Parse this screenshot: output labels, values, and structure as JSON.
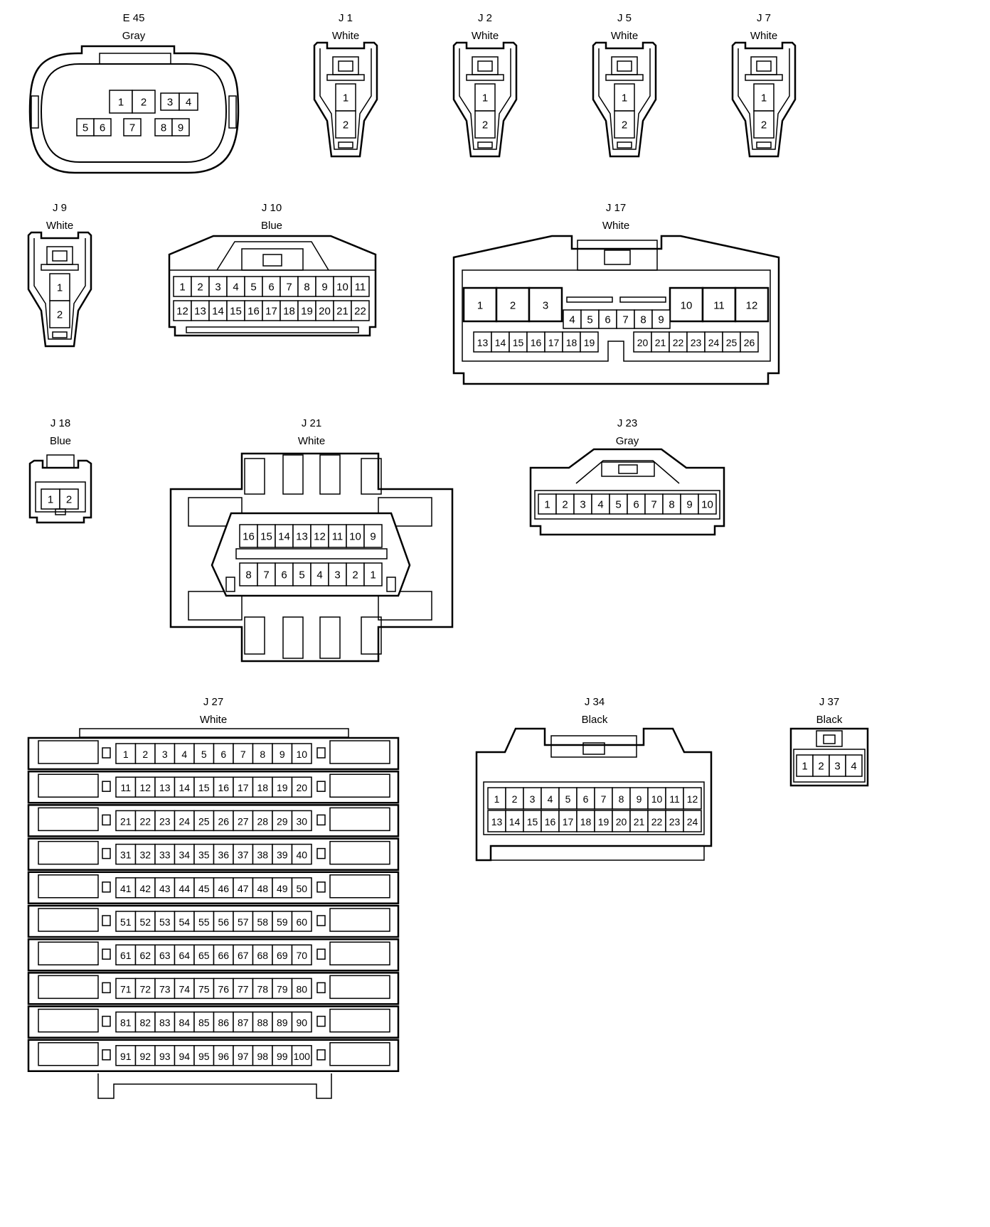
{
  "connectors": [
    {
      "id": "E 45",
      "color": "Gray",
      "pins": [
        "1",
        "2",
        "3",
        "4",
        "5",
        "6",
        "7",
        "8",
        "9"
      ]
    },
    {
      "id": "J 1",
      "color": "White",
      "pins": [
        "1",
        "2"
      ]
    },
    {
      "id": "J 2",
      "color": "White",
      "pins": [
        "1",
        "2"
      ]
    },
    {
      "id": "J 5",
      "color": "White",
      "pins": [
        "1",
        "2"
      ]
    },
    {
      "id": "J 7",
      "color": "White",
      "pins": [
        "1",
        "2"
      ]
    },
    {
      "id": "J 9",
      "color": "White",
      "pins": [
        "1",
        "2"
      ]
    },
    {
      "id": "J 10",
      "color": "Blue",
      "pins": [
        "1",
        "2",
        "3",
        "4",
        "5",
        "6",
        "7",
        "8",
        "9",
        "10",
        "11",
        "12",
        "13",
        "14",
        "15",
        "16",
        "17",
        "18",
        "19",
        "20",
        "21",
        "22"
      ]
    },
    {
      "id": "J 17",
      "color": "White",
      "pins": [
        "1",
        "2",
        "3",
        "4",
        "5",
        "6",
        "7",
        "8",
        "9",
        "10",
        "11",
        "12",
        "13",
        "14",
        "15",
        "16",
        "17",
        "18",
        "19",
        "20",
        "21",
        "22",
        "23",
        "24",
        "25",
        "26"
      ]
    },
    {
      "id": "J 18",
      "color": "Blue",
      "pins": [
        "1",
        "2"
      ]
    },
    {
      "id": "J 21",
      "color": "White",
      "pins": [
        "1",
        "2",
        "3",
        "4",
        "5",
        "6",
        "7",
        "8",
        "9",
        "10",
        "11",
        "12",
        "13",
        "14",
        "15",
        "16"
      ]
    },
    {
      "id": "J 23",
      "color": "Gray",
      "pins": [
        "1",
        "2",
        "3",
        "4",
        "5",
        "6",
        "7",
        "8",
        "9",
        "10"
      ]
    },
    {
      "id": "J 27",
      "color": "White",
      "pins": [
        "1",
        "2",
        "3",
        "4",
        "5",
        "6",
        "7",
        "8",
        "9",
        "10",
        "11",
        "12",
        "13",
        "14",
        "15",
        "16",
        "17",
        "18",
        "19",
        "20",
        "21",
        "22",
        "23",
        "24",
        "25",
        "26",
        "27",
        "28",
        "29",
        "30",
        "31",
        "32",
        "33",
        "34",
        "35",
        "36",
        "37",
        "38",
        "39",
        "40",
        "41",
        "42",
        "43",
        "44",
        "45",
        "46",
        "47",
        "48",
        "49",
        "50",
        "51",
        "52",
        "53",
        "54",
        "55",
        "56",
        "57",
        "58",
        "59",
        "60",
        "61",
        "62",
        "63",
        "64",
        "65",
        "66",
        "67",
        "68",
        "69",
        "70",
        "71",
        "72",
        "73",
        "74",
        "75",
        "76",
        "77",
        "78",
        "79",
        "80",
        "81",
        "82",
        "83",
        "84",
        "85",
        "86",
        "87",
        "88",
        "89",
        "90",
        "91",
        "92",
        "93",
        "94",
        "95",
        "96",
        "97",
        "98",
        "99",
        "100"
      ]
    },
    {
      "id": "J 34",
      "color": "Black",
      "pins": [
        "1",
        "2",
        "3",
        "4",
        "5",
        "6",
        "7",
        "8",
        "9",
        "10",
        "11",
        "12",
        "13",
        "14",
        "15",
        "16",
        "17",
        "18",
        "19",
        "20",
        "21",
        "22",
        "23",
        "24"
      ]
    },
    {
      "id": "J 37",
      "color": "Black",
      "pins": [
        "1",
        "2",
        "3",
        "4"
      ]
    }
  ]
}
